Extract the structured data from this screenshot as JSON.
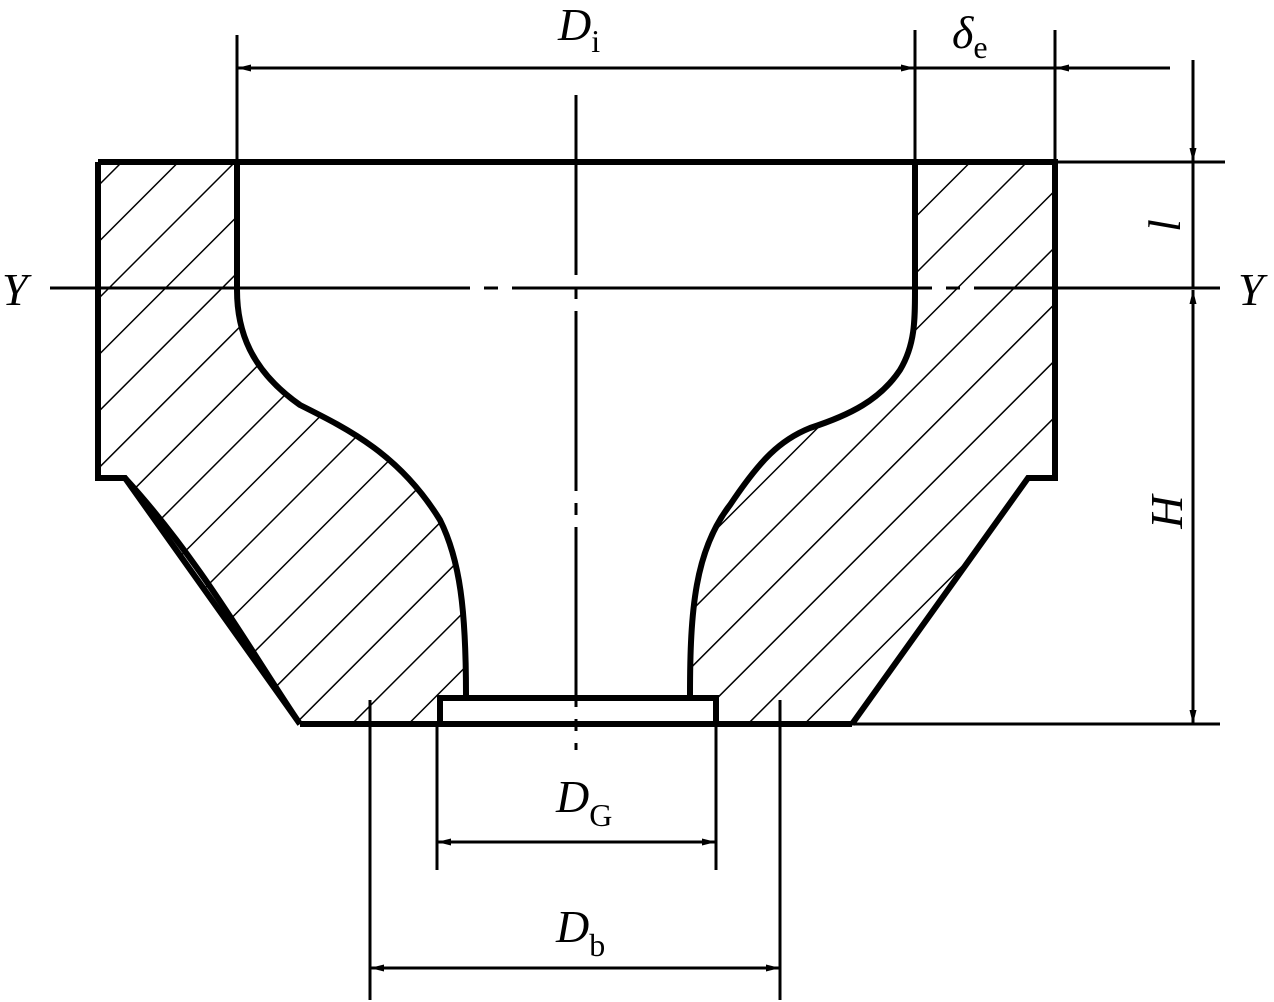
{
  "labels": {
    "inner_diameter": {
      "symbol": "D",
      "sub": "i"
    },
    "wall_thickness": {
      "symbol": "δ",
      "sub": "e"
    },
    "gasket_diameter": {
      "symbol": "D",
      "sub": "G"
    },
    "bolt_diameter": {
      "symbol": "D",
      "sub": "b"
    },
    "length": "l",
    "height": "H",
    "axis_left": "Y",
    "axis_right": "Y"
  }
}
